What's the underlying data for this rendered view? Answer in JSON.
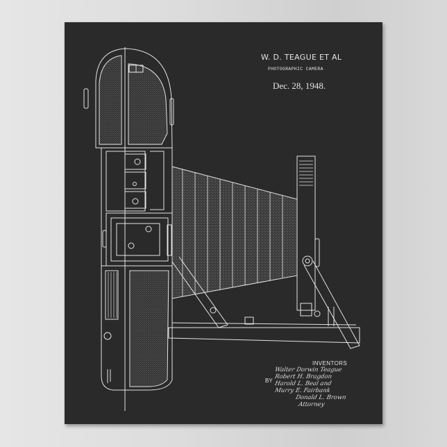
{
  "poster": {
    "title": "W. D. TEAGUE ET AL",
    "subtitle": "PHOTOGRAPHIC CAMERA",
    "date": "Dec. 28, 1948.",
    "inventors_label": "INVENTORS",
    "by_label": "BY",
    "signatures": [
      "Walter Dorwin Teague",
      "Robert H. Bragdon",
      "Harold L. Beal and",
      "Murry E. Fairbank",
      "Donald L. Brown",
      "Attorney"
    ],
    "drawing": "camera-patent-drawing"
  },
  "colors": {
    "poster_background": "#2a2a2a",
    "line_color": "#e4e4e4",
    "wall": "#dcdcdc"
  }
}
